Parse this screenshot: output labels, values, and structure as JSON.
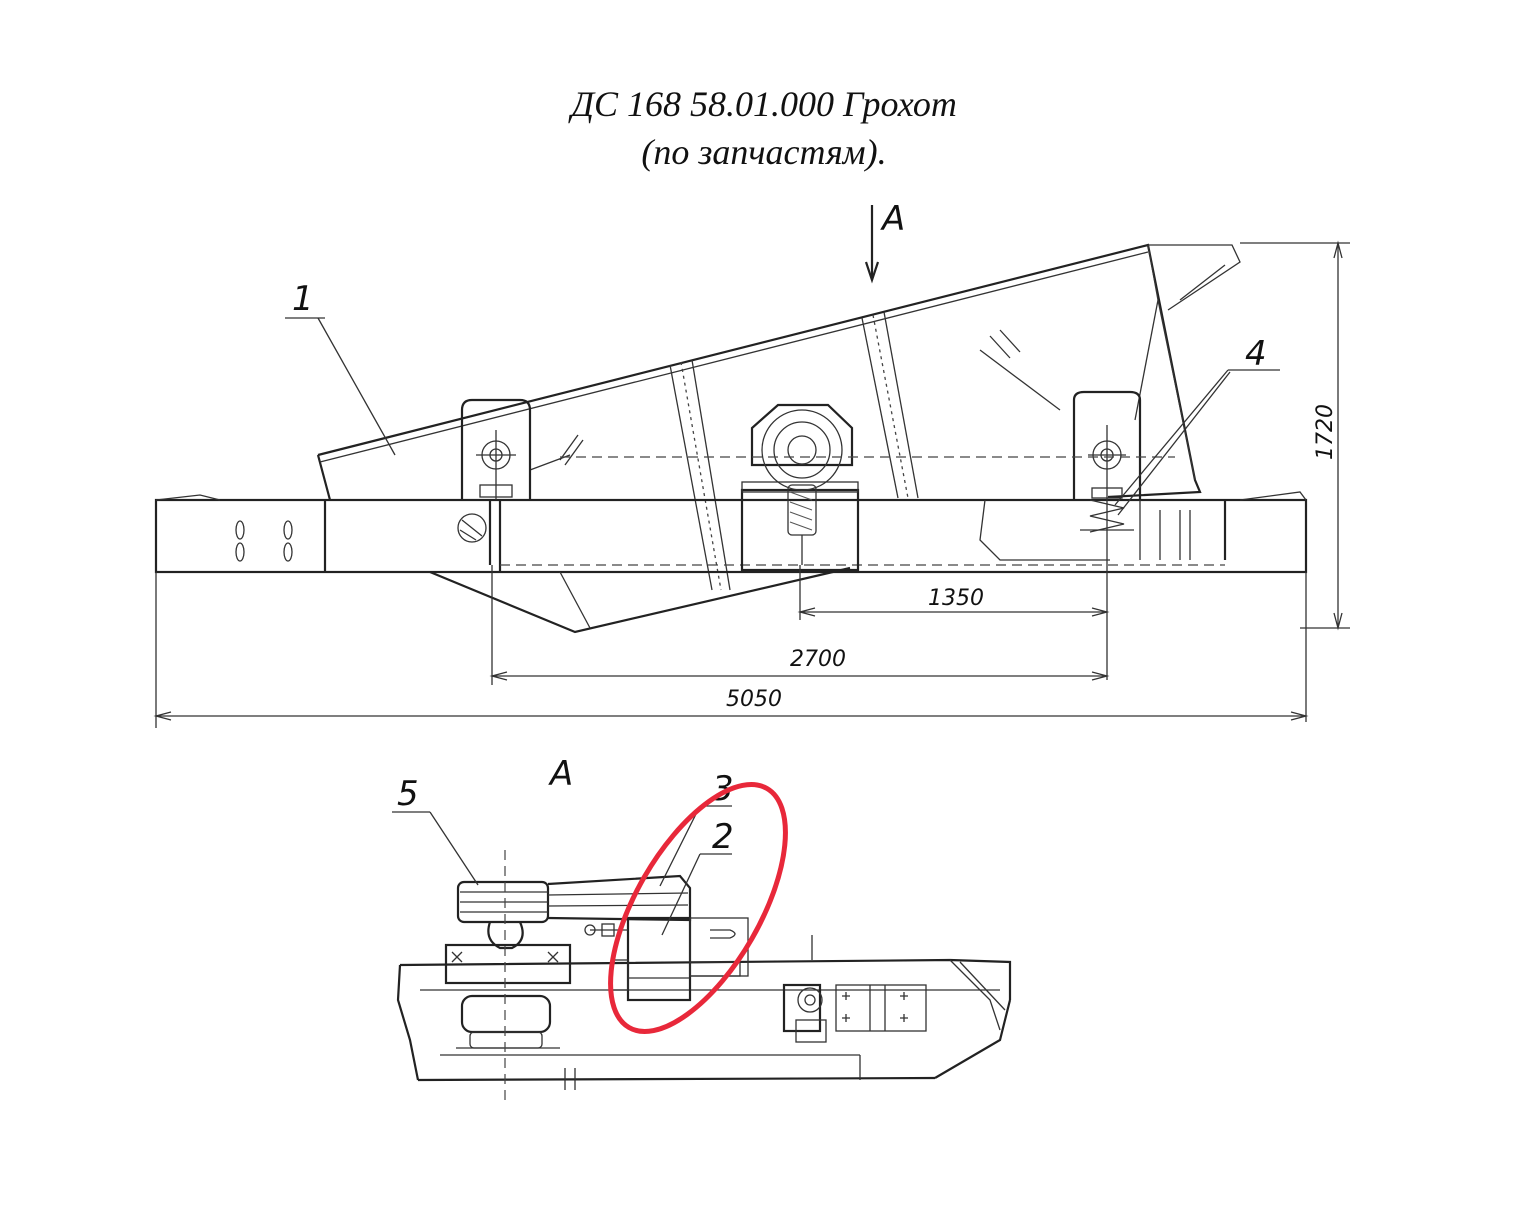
{
  "title": {
    "line1": "ДС 168 58.01.000 Грохот",
    "line2": "(по запчастям)."
  },
  "view_arrow_label": "А",
  "section_label": "А",
  "callouts": {
    "c1": "1",
    "c2": "2",
    "c3": "3",
    "c4": "4",
    "c5": "5"
  },
  "dimensions": {
    "height": "1720",
    "d1350": "1350",
    "d2700": "2700",
    "d5050": "5050"
  },
  "highlight_color": "#e8283a"
}
